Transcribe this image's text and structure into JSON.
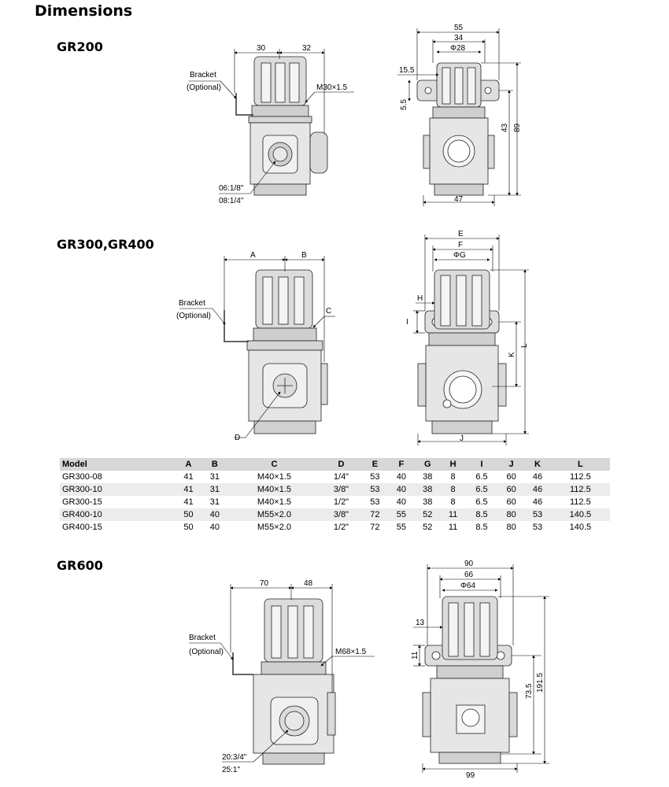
{
  "title": "Dimensions",
  "sections": {
    "gr200": {
      "heading": "GR200",
      "labels": {
        "d30": "30",
        "d32": "32",
        "bracket": "Bracket",
        "optional": "(Optional)",
        "thread": "M30×1.5",
        "port1": "06:1/8\"",
        "port2": "08:1/4\"",
        "d55": "55",
        "d34": "34",
        "phi28": "Φ28",
        "d15_5": "15.5",
        "d5_5": "5.5",
        "d43": "43",
        "d89": "89",
        "d47": "47"
      }
    },
    "gr300": {
      "heading": "GR300,GR400",
      "labels": {
        "A": "A",
        "B": "B",
        "C": "C",
        "D": "D",
        "bracket": "Bracket",
        "optional": "(Optional)",
        "E": "E",
        "F": "F",
        "G": "ΦG",
        "H": "H",
        "I": "I",
        "J": "J",
        "K": "K",
        "L": "L"
      }
    },
    "gr600": {
      "heading": "GR600",
      "labels": {
        "d70": "70",
        "d48": "48",
        "bracket": "Bracket",
        "optional": "(Optional)",
        "thread": "M68×1.5",
        "port1": "20:3/4\"",
        "port2": "25:1\"",
        "d90": "90",
        "d66": "66",
        "phi64": "Φ64",
        "d13": "13",
        "d11": "11",
        "d73_5": "73.5",
        "d191_5": "191.5",
        "d99": "99"
      }
    }
  },
  "table": {
    "headers": [
      "Model",
      "A",
      "B",
      "C",
      "D",
      "E",
      "F",
      "G",
      "H",
      "I",
      "J",
      "K",
      "L"
    ],
    "rows": [
      [
        "GR300-08",
        "41",
        "31",
        "M40×1.5",
        "1/4\"",
        "53",
        "40",
        "38",
        "8",
        "6.5",
        "60",
        "46",
        "112.5"
      ],
      [
        "GR300-10",
        "41",
        "31",
        "M40×1.5",
        "3/8\"",
        "53",
        "40",
        "38",
        "8",
        "6.5",
        "60",
        "46",
        "112.5"
      ],
      [
        "GR300-15",
        "41",
        "31",
        "M40×1.5",
        "1/2\"",
        "53",
        "40",
        "38",
        "8",
        "6.5",
        "60",
        "46",
        "112.5"
      ],
      [
        "GR400-10",
        "50",
        "40",
        "M55×2.0",
        "3/8\"",
        "72",
        "55",
        "52",
        "11",
        "8.5",
        "80",
        "53",
        "140.5"
      ],
      [
        "GR400-15",
        "50",
        "40",
        "M55×2.0",
        "1/2\"",
        "72",
        "55",
        "52",
        "11",
        "8.5",
        "80",
        "53",
        "140.5"
      ]
    ]
  }
}
